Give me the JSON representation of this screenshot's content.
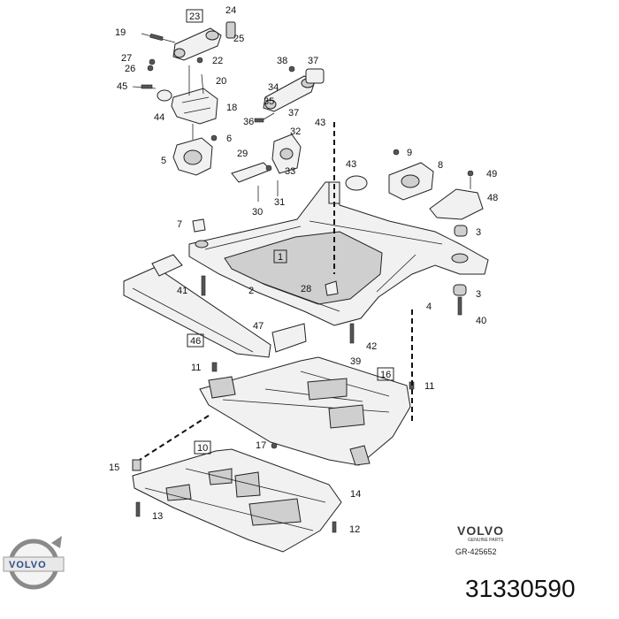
{
  "callouts": [
    {
      "id": "c23",
      "text": "23",
      "boxed": true
    },
    {
      "id": "c24",
      "text": "24"
    },
    {
      "id": "c19",
      "text": "19"
    },
    {
      "id": "c25",
      "text": "25"
    },
    {
      "id": "c27",
      "text": "27"
    },
    {
      "id": "c26",
      "text": "26"
    },
    {
      "id": "c22",
      "text": "22"
    },
    {
      "id": "c20",
      "text": "20"
    },
    {
      "id": "c45",
      "text": "45"
    },
    {
      "id": "c44",
      "text": "44"
    },
    {
      "id": "c18",
      "text": "18"
    },
    {
      "id": "c6",
      "text": "6"
    },
    {
      "id": "c5",
      "text": "5"
    },
    {
      "id": "c38",
      "text": "38"
    },
    {
      "id": "c37a",
      "text": "37"
    },
    {
      "id": "c34",
      "text": "34"
    },
    {
      "id": "c35",
      "text": "35"
    },
    {
      "id": "c37b",
      "text": "37"
    },
    {
      "id": "c36",
      "text": "36"
    },
    {
      "id": "c43a",
      "text": "43"
    },
    {
      "id": "c32",
      "text": "32"
    },
    {
      "id": "c29",
      "text": "29"
    },
    {
      "id": "c33",
      "text": "33"
    },
    {
      "id": "c31",
      "text": "31"
    },
    {
      "id": "c30",
      "text": "30"
    },
    {
      "id": "c43b",
      "text": "43"
    },
    {
      "id": "c9",
      "text": "9"
    },
    {
      "id": "c8",
      "text": "8"
    },
    {
      "id": "c49",
      "text": "49"
    },
    {
      "id": "c48",
      "text": "48"
    },
    {
      "id": "c7",
      "text": "7"
    },
    {
      "id": "c3a",
      "text": "3"
    },
    {
      "id": "c1",
      "text": "1",
      "boxed": true
    },
    {
      "id": "c41",
      "text": "41"
    },
    {
      "id": "c2",
      "text": "2"
    },
    {
      "id": "c28",
      "text": "28"
    },
    {
      "id": "c3b",
      "text": "3"
    },
    {
      "id": "c4",
      "text": "4"
    },
    {
      "id": "c40",
      "text": "40"
    },
    {
      "id": "c47",
      "text": "47"
    },
    {
      "id": "c46",
      "text": "46",
      "boxed": true
    },
    {
      "id": "c42",
      "text": "42"
    },
    {
      "id": "c11a",
      "text": "11"
    },
    {
      "id": "c39",
      "text": "39"
    },
    {
      "id": "c16",
      "text": "16",
      "boxed": true
    },
    {
      "id": "c11b",
      "text": "11"
    },
    {
      "id": "c10",
      "text": "10",
      "boxed": true
    },
    {
      "id": "c17",
      "text": "17"
    },
    {
      "id": "c15",
      "text": "15"
    },
    {
      "id": "c14",
      "text": "14"
    },
    {
      "id": "c13",
      "text": "13"
    },
    {
      "id": "c12",
      "text": "12"
    }
  ],
  "logo": {
    "brand": "VOLVO",
    "subtitle": "GENUINE PARTS",
    "reference": "GR-425652"
  },
  "emblem": {
    "text": "VOLVO"
  },
  "part_number": "31330590"
}
